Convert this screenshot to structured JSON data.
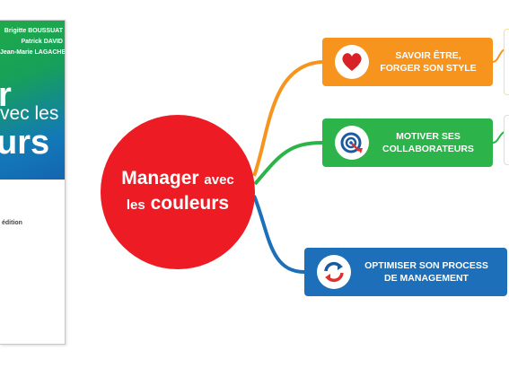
{
  "book": {
    "authors": [
      "Brigitte BOUSSUAT",
      "Patrick DAVID",
      "Jean-Marie LAGACHE"
    ],
    "title_line1": "r",
    "title_line2": "vec les",
    "title_line3": "urs",
    "edition": "édition"
  },
  "center": {
    "line1_main": "Manager",
    "line1_small": "avec",
    "line2_small": "les",
    "line2_main": "couleurs",
    "color": "#ed1c24"
  },
  "branches": [
    {
      "label_line1": "SAVOIR ÊTRE,",
      "label_line2": "FORGER SON STYLE",
      "color": "#f7941d",
      "icon": "heart-icon"
    },
    {
      "label_line1": "MOTIVER SES",
      "label_line2": "COLLABORATEURS",
      "color": "#2cb34a",
      "icon": "target-icon"
    },
    {
      "label_line1": "OPTIMISER SON PROCESS",
      "label_line2": "DE MANAGEMENT",
      "color": "#1c6fb8",
      "icon": "cycle-icon"
    }
  ]
}
